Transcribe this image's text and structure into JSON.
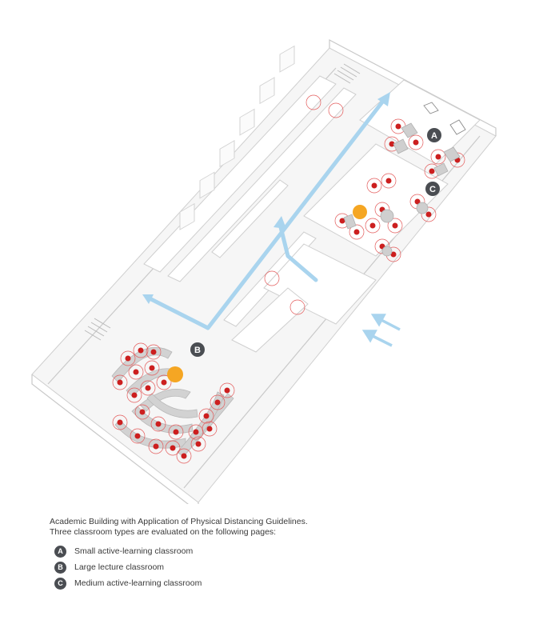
{
  "caption": {
    "line1": "Academic Building with Application of Physical Distancing Guidelines.",
    "line2": "Three classroom types are evaluated on the following pages:"
  },
  "legend": [
    {
      "letter": "A",
      "label": "Small active-learning classroom"
    },
    {
      "letter": "B",
      "label": "Large lecture classroom"
    },
    {
      "letter": "C",
      "label": "Medium active-learning classroom"
    }
  ],
  "plan": {
    "markers": [
      {
        "letter": "A"
      },
      {
        "letter": "B"
      },
      {
        "letter": "C"
      }
    ],
    "colors": {
      "walls": "#d8d8d8",
      "floor": "#f6f6f6",
      "circulation_arrow": "#a9d4ee",
      "occupant": "#cc1f1f",
      "distance_ring": "#e35a5a",
      "instructor": "#f5a623",
      "marker": "#4a4d52"
    }
  }
}
